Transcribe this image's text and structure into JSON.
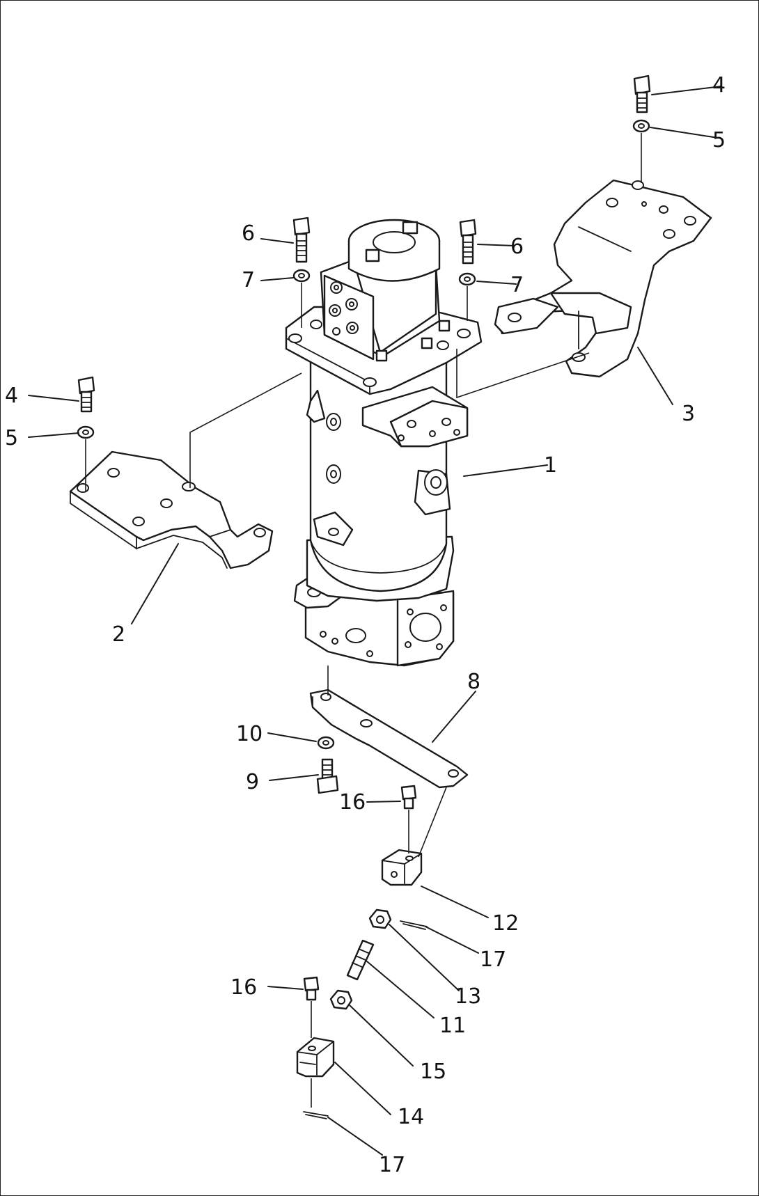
{
  "callouts": {
    "c1": "1",
    "c2": "2",
    "c3": "3",
    "c4a": "4",
    "c4b": "4",
    "c5a": "5",
    "c5b": "5",
    "c6a": "6",
    "c6b": "6",
    "c7a": "7",
    "c7b": "7",
    "c8": "8",
    "c9": "9",
    "c10": "10",
    "c11": "11",
    "c12": "12",
    "c13": "13",
    "c14": "14",
    "c15": "15",
    "c16a": "16",
    "c16b": "16",
    "c17a": "17",
    "c17b": "17"
  }
}
